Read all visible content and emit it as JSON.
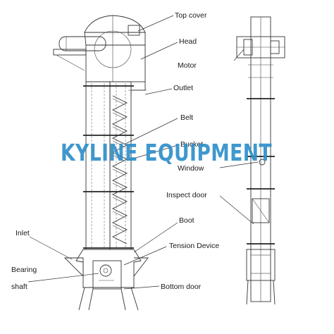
{
  "labels": {
    "top_cover": "Top cover",
    "head": "Head",
    "motor": "Motor",
    "outlet": "Outlet",
    "belt": "Belt",
    "bucket": "Bucket",
    "window": "Window",
    "inspect_door": "Inspect door",
    "boot": "Boot",
    "tension_device": "Tension Device",
    "inlet": "Inlet",
    "bearing": "Bearing",
    "shaft": "shaft",
    "bottom_door": "Bottom door"
  },
  "watermark": {
    "text": "KYLINE EQUIPMENT",
    "color": "#2f8fc9"
  },
  "colors": {
    "line": "#333333",
    "background": "#ffffff"
  }
}
